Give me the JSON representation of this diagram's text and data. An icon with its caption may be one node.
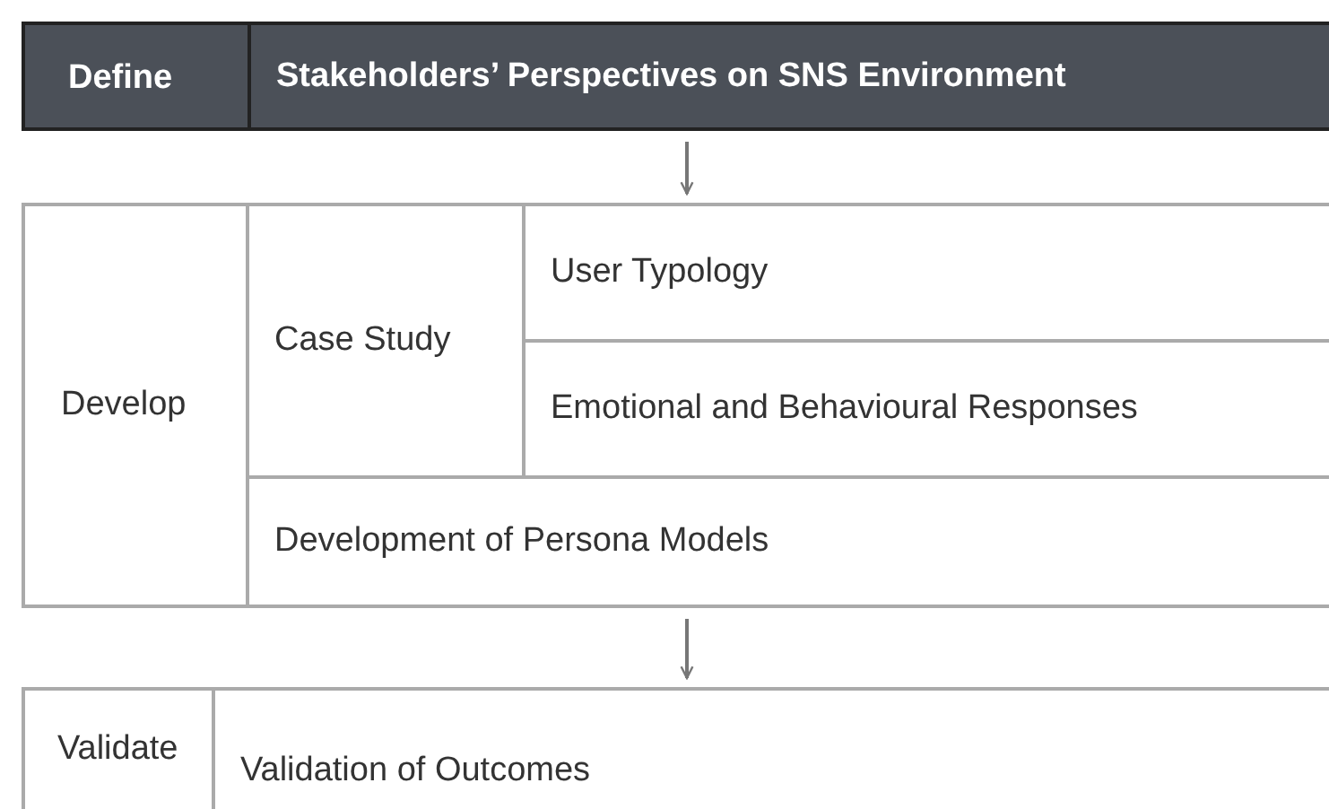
{
  "diagram": {
    "nodes": [
      {
        "text": [
          "Define"
        ]
      },
      {
        "text": [
          "Stakeholders’ Perspectives on SNS Environment"
        ],
        "in": 0
      },
      {
        "text": [
          "Develop"
        ]
      },
      {
        "text": [
          "Case Study"
        ],
        "in": 2
      },
      {
        "text": [
          "User Typology"
        ],
        "in": 2
      },
      {
        "text": [
          "Emotional and Behavioural Responses"
        ],
        "in": 2
      },
      {
        "text": [
          "Development of Persona Models"
        ],
        "in": 2
      },
      {
        "text": [
          "Validate"
        ]
      },
      {
        "text": [
          "Validation of Outcomes"
        ],
        "in": 7
      }
    ],
    "edges": [
      {
        "from": 0,
        "to": 2,
        "arrow": "to"
      },
      {
        "from": 2,
        "to": 7,
        "arrow": "to"
      }
    ]
  }
}
